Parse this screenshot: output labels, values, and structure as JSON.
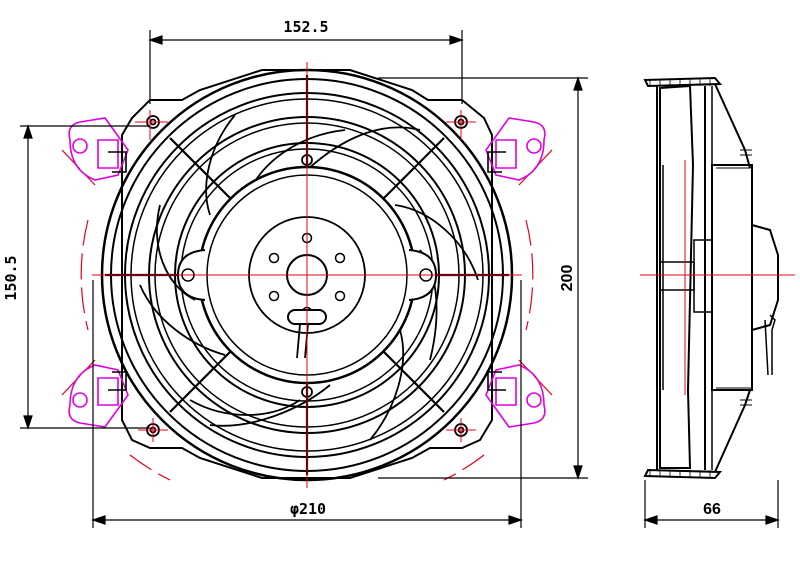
{
  "dimensions": {
    "top_width": "152.5",
    "left_height": "150.5",
    "overall_height": "200",
    "diameter": "φ210",
    "depth": "66"
  },
  "colors": {
    "outline": "#000000",
    "centerline": "#e8001c",
    "bracket": "#e000e0"
  },
  "views": [
    "front-view",
    "side-view"
  ]
}
